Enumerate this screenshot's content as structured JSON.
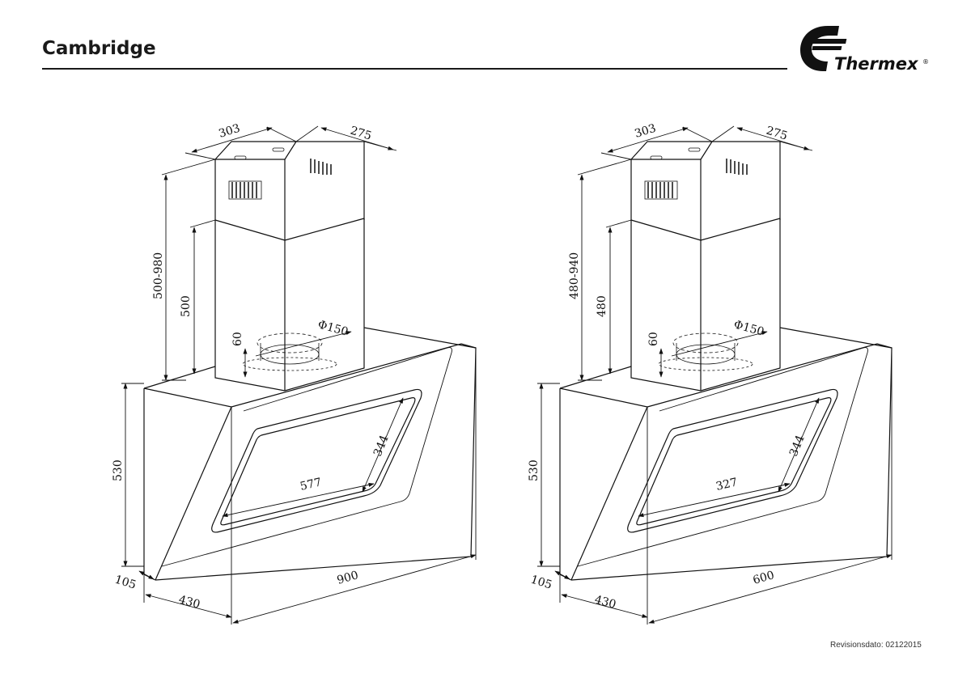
{
  "header": {
    "title": "Cambridge"
  },
  "logo": {
    "brand": "Thermex",
    "mark": "®"
  },
  "footer": {
    "revision": "Revisionsdato: 02122015"
  },
  "drawings": [
    {
      "chimney_width": "303",
      "chimney_depth": "275",
      "chimney_total_height": "500-980",
      "chimney_lower_height": "500",
      "duct_diameter": "Φ150",
      "duct_height": "60",
      "hood_height": "530",
      "glass_inner_height": "344",
      "glass_inner_width": "577",
      "bottom_offset": "105",
      "hood_depth": "430",
      "hood_width": "900"
    },
    {
      "chimney_width": "303",
      "chimney_depth": "275",
      "chimney_total_height": "480-940",
      "chimney_lower_height": "480",
      "duct_diameter": "Φ150",
      "duct_height": "60",
      "hood_height": "530",
      "glass_inner_height": "344",
      "glass_inner_width": "327",
      "bottom_offset": "105",
      "hood_depth": "430",
      "hood_width": "600"
    }
  ]
}
